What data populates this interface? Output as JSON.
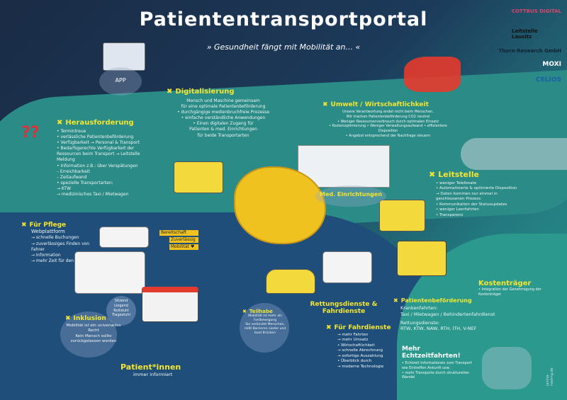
{
  "title": "Patiententransportportal",
  "subtitle": "» Gesundheit fängt mit Mobilität an... «",
  "app_label": "APP",
  "logos": [
    "COTTBUS DIGITAL",
    "Leitstelle Lausitz",
    "Thorn-Research GmbH",
    "MOXI",
    "CELIOS"
  ],
  "digitalisierung": {
    "heading": "Digitalisierung",
    "lines": [
      "Mensch und Maschine gemeinsam",
      "für eine optimale Patientenbeförderung",
      "• durchgängige medienbruchfreie Prozesse",
      "• einfache verständliche Anwendungen",
      "• Einen digitalen Zugang für",
      "Patienten & med. Einrichtungen",
      "für beide Transportarten"
    ]
  },
  "herausforderung": {
    "heading": "Herausforderung",
    "lines": [
      "• Termintreue",
      "• verlässliche Patientenbeförderung",
      "• Verfügbarkeit → Personal & Transport",
      "• Bedarfsgerechte Verfügbarkeit der Ressourcen beim Transport → Leitstelle Meldung",
      "• Information z.B.: über Verspätungen",
      "– Erreichbarkeit",
      "– Zeitaufwand",
      "• spezielle Transportarten:",
      "→ KTW",
      "→ medizinisches Taxi / Mietwagen"
    ]
  },
  "umwelt": {
    "heading": "Umwelt / Wirtschaftlichkeit",
    "lines": [
      "Unsere Verantwortung endet nicht beim Menschen.",
      "Wir machen Patientenbeförderung CO2 neutral",
      "• Weniger Ressourcenverbrauch durch optimalen Einsatz",
      "• Kostenoptimierung  • Weniger Verwaltungsaufwand  • effizientere Disposition",
      "• Angebot entsprechend der Nachfrage steuern"
    ]
  },
  "med_einrichtungen": "Med. Einrichtungen",
  "leitstelle": {
    "heading": "Leitstelle",
    "lines": [
      "• weniger Telefonate",
      "• Automatisierte & optimierte Disposition",
      "→ Daten kommen nur einmal in geschlossenen Prozess",
      "• Kommunikation der Statusupdates",
      "• weniger Leerfahrten",
      "• Transparenz"
    ]
  },
  "pflege": {
    "heading": "Für Pflege",
    "lines": [
      "Webplattform",
      "→ schnelle Buchungen",
      "→ zuverlässiges Finden von Fahrer",
      "→ Information",
      "→ mehr Zeit für den Patienten"
    ]
  },
  "transport_types": [
    "Sitzend",
    "Liegend",
    "Rollstuhl",
    "Tragestuhl"
  ],
  "signpost": [
    "Bereitschaft",
    "Zuverlässig",
    "Mobilität ♥"
  ],
  "inklusion": {
    "heading": "Inklusion",
    "lines": [
      "Mobilität ist ein universelles Recht",
      "Kein Mensch sollte zurückgelassen werden"
    ]
  },
  "teilhabe": {
    "heading": "Teilhabe",
    "lines": [
      "Mobilität ist mehr als Fortbewegung",
      "Sie verbindet Menschen, reißt Barrieren nieder und baut Brücken"
    ]
  },
  "patienten": {
    "heading": "Patient*innen",
    "sub": "immer informiert"
  },
  "rettung": "Rettungsdienste & Fahrdienste",
  "fahrdienste": {
    "heading": "Für Fahrdienste",
    "lines": [
      "→ mehr Fahrten",
      "→ mehr Umsatz",
      "• Wirtschaftlichkeit",
      "→ schnelle Abrechnung",
      "→ sofortige Auszahlung",
      "• Überblick durch",
      "→ moderne Technologie"
    ]
  },
  "kostentraeger": {
    "heading": "Kostenträger",
    "lines": [
      "• Integration der Genehmigung der Kostenträger"
    ]
  },
  "patientenbefoerderung": {
    "heading": "Patientenbeförderung",
    "lines": [
      "Krankenfahrten:",
      "Taxi / Mietwagen / Behindertenfahrdienst",
      "Rettungsdienste:",
      "RTW, KTW, NAW, RTH, ITH, V-NEF"
    ]
  },
  "echtzeit": {
    "heading": "Mehr Echtzeitfahrten!",
    "lines": [
      "• Echtzeit Informationen zum Transport wie Eintreffen Ankunft usw.",
      "• mehr Transporte durch strukturellen Wandel"
    ]
  },
  "credit": "janina-roehrig.de"
}
